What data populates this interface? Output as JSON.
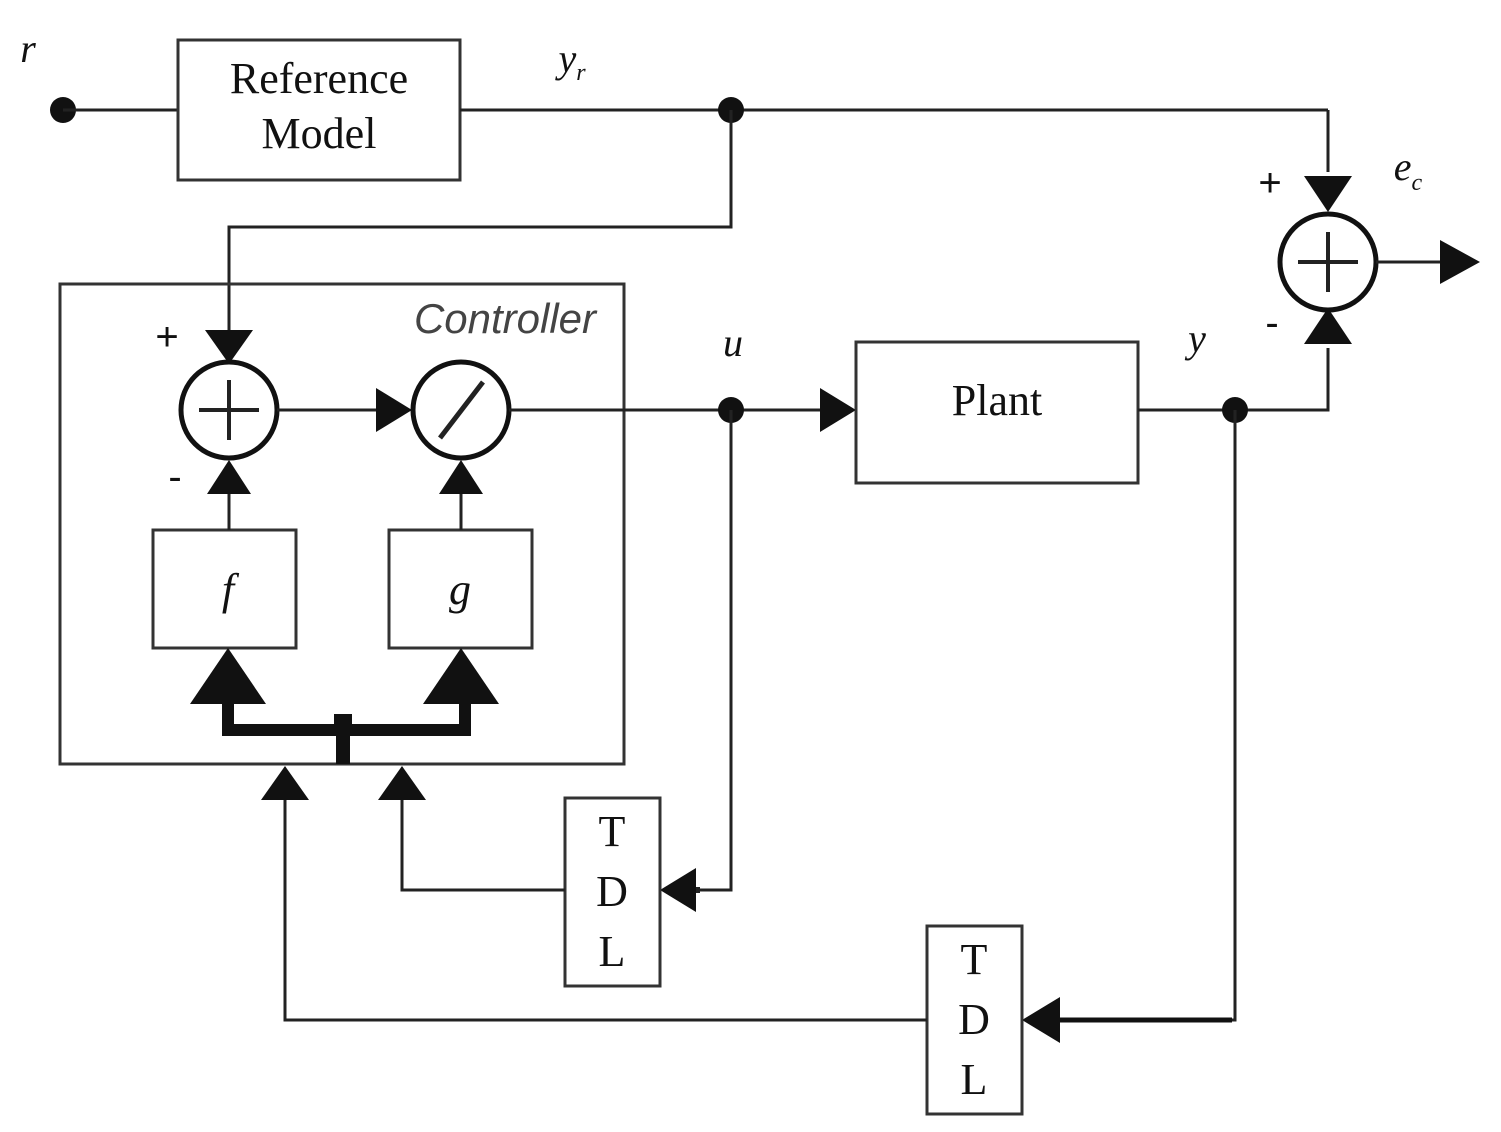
{
  "signals": {
    "r": "r",
    "y_r_main": "y",
    "y_r_sub": "r",
    "e_c_main": "e",
    "e_c_sub": "c",
    "u": "u",
    "y": "y"
  },
  "blocks": {
    "reference_model_line1": "Reference",
    "reference_model_line2": "Model",
    "plant": "Plant",
    "controller_title": "Controller",
    "f": "f",
    "g": "g",
    "tdl_top": [
      "T",
      "D",
      "L"
    ],
    "tdl_bottom": [
      "T",
      "D",
      "L"
    ]
  },
  "signs": {
    "output_sum_plus": "+",
    "output_sum_minus": "-",
    "controller_sum_plus": "+",
    "controller_sum_minus": "-"
  }
}
